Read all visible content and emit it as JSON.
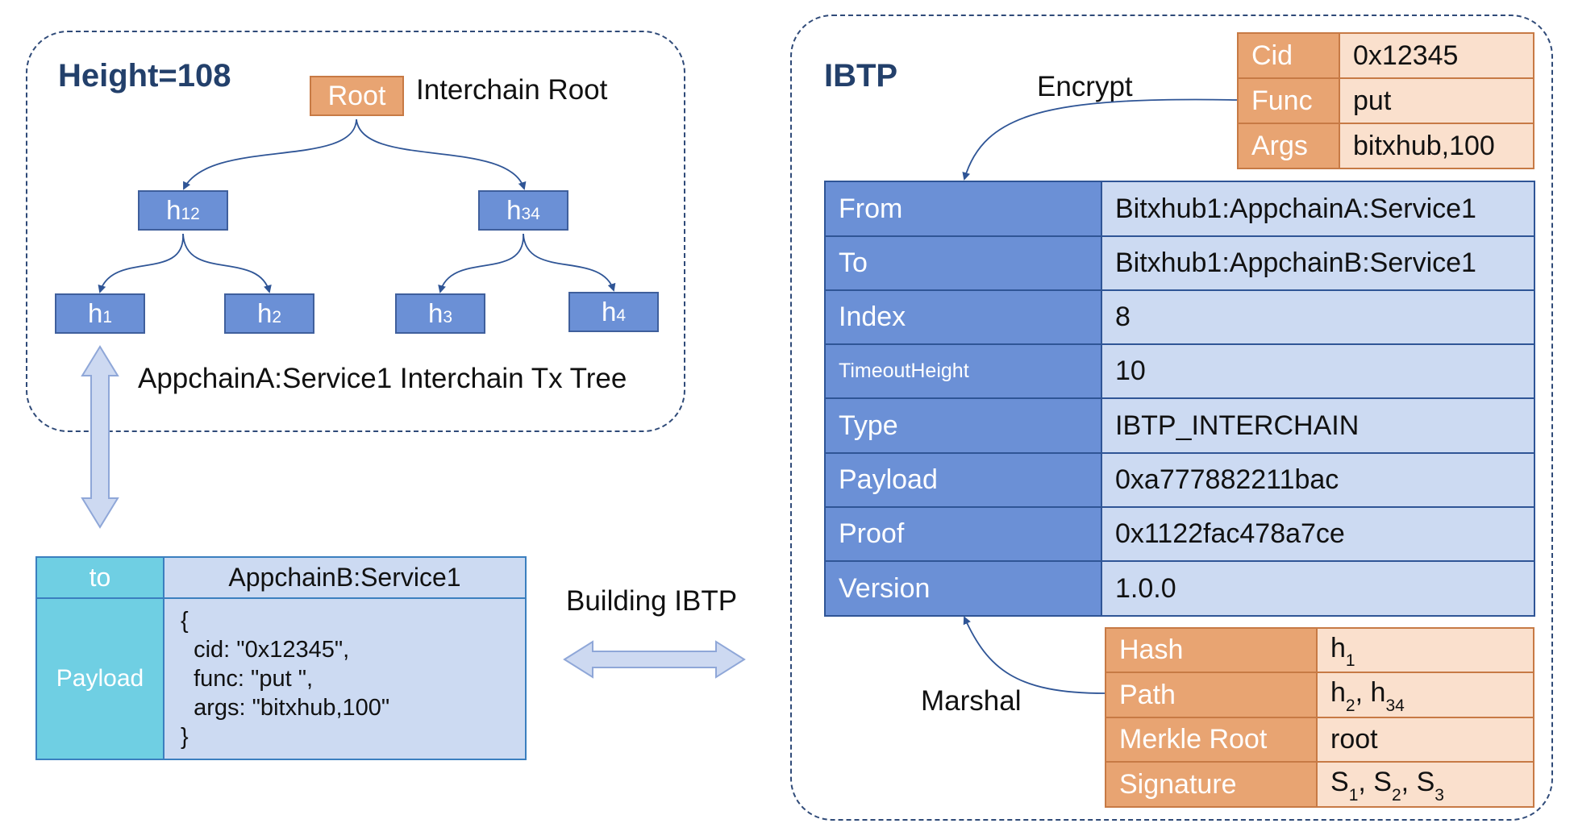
{
  "left_panel": {
    "height_title": "Height=108",
    "root_node": "Root",
    "root_caption": "Interchain Root",
    "nodes": {
      "h12": {
        "base": "h",
        "sub": "12"
      },
      "h34": {
        "base": "h",
        "sub": "34"
      },
      "h1": {
        "base": "h",
        "sub": "1"
      },
      "h2": {
        "base": "h",
        "sub": "2"
      },
      "h3": {
        "base": "h",
        "sub": "3"
      },
      "h4": {
        "base": "h",
        "sub": "4"
      }
    },
    "tree_caption": "AppchainA:Service1 Interchain Tx Tree"
  },
  "tx_table": {
    "to_label": "to",
    "to_value": "AppchainB:Service1",
    "payload_label": "Payload",
    "payload_lines": [
      "{",
      "  cid: \"0x12345\",",
      "  func: \"put \",",
      "  args: \"bitxhub,100\"",
      "}"
    ]
  },
  "building_label": "Building IBTP",
  "right_panel": {
    "title": "IBTP",
    "encrypt_label": "Encrypt",
    "marshal_label": "Marshal",
    "content_table": [
      {
        "key": "Cid",
        "value": "0x12345"
      },
      {
        "key": "Func",
        "value": "put"
      },
      {
        "key": "Args",
        "value": "bitxhub,100"
      }
    ],
    "ibtp_fields": [
      {
        "key": "From",
        "value": "Bitxhub1:AppchainA:Service1"
      },
      {
        "key": "To",
        "value": "Bitxhub1:AppchainB:Service1"
      },
      {
        "key": "Index",
        "value": "8"
      },
      {
        "key": "TimeoutHeight",
        "value": "10"
      },
      {
        "key": "Type",
        "value": "IBTP_INTERCHAIN"
      },
      {
        "key": "Payload",
        "value": "0xa777882211bac"
      },
      {
        "key": "Proof",
        "value": "0x1122fac478a7ce"
      },
      {
        "key": "Version",
        "value": "1.0.0"
      }
    ],
    "proof_table": {
      "hash_key": "Hash",
      "hash_value": {
        "base": "h",
        "sub": "1"
      },
      "path_key": "Path",
      "path_value": [
        {
          "base": "h",
          "sub": "2"
        },
        {
          "base": "h",
          "sub": "34"
        }
      ],
      "root_key": "Merkle Root",
      "root_value": "root",
      "sig_key": "Signature",
      "sig_value": [
        {
          "base": "S",
          "sub": "1"
        },
        {
          "base": "S",
          "sub": "2"
        },
        {
          "base": "S",
          "sub": "3"
        }
      ]
    }
  },
  "colors": {
    "node_blue": "#6b90d6",
    "value_blue": "#ccdaf2",
    "accent_orange": "#e8a472",
    "value_orange": "#fae0cd",
    "cyan": "#6fcfe3",
    "border_dark": "#2f4a78"
  }
}
